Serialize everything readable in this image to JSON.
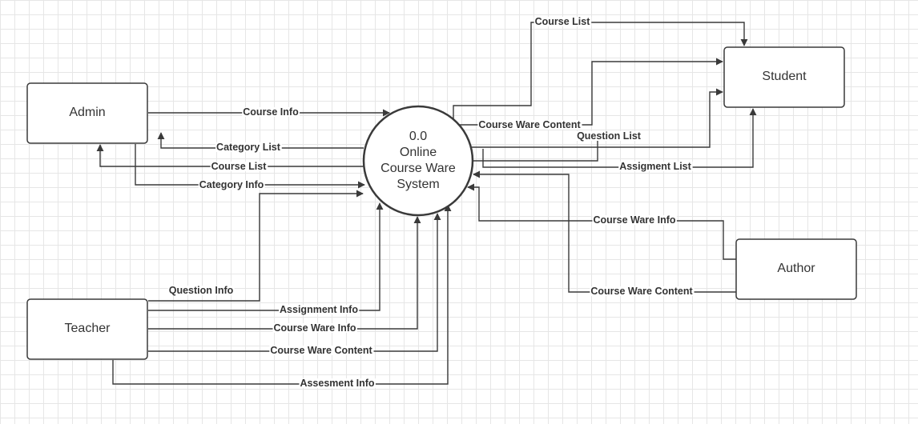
{
  "process": {
    "number": "0.0",
    "lines": [
      "Online",
      "Course Ware",
      "System"
    ]
  },
  "entities": {
    "admin": "Admin",
    "student": "Student",
    "teacher": "Teacher",
    "author": "Author"
  },
  "flows": {
    "admin_course_info": "Course Info",
    "admin_category_list": "Category List",
    "admin_course_list": "Course List",
    "admin_category_info": "Category Info",
    "student_course_list": "Course List",
    "student_course_ware_content": "Course Ware Content",
    "student_question_list": "Question List",
    "student_assigment_list": "Assigment List",
    "author_course_ware_info": "Course Ware Info",
    "author_course_ware_content": "Course Ware Content",
    "teacher_question_info": "Question Info",
    "teacher_assignment_info": "Assignment Info",
    "teacher_course_ware_info": "Course Ware Info",
    "teacher_course_ware_content": "Course Ware Content",
    "teacher_assesment_info": "Assesment Info"
  }
}
